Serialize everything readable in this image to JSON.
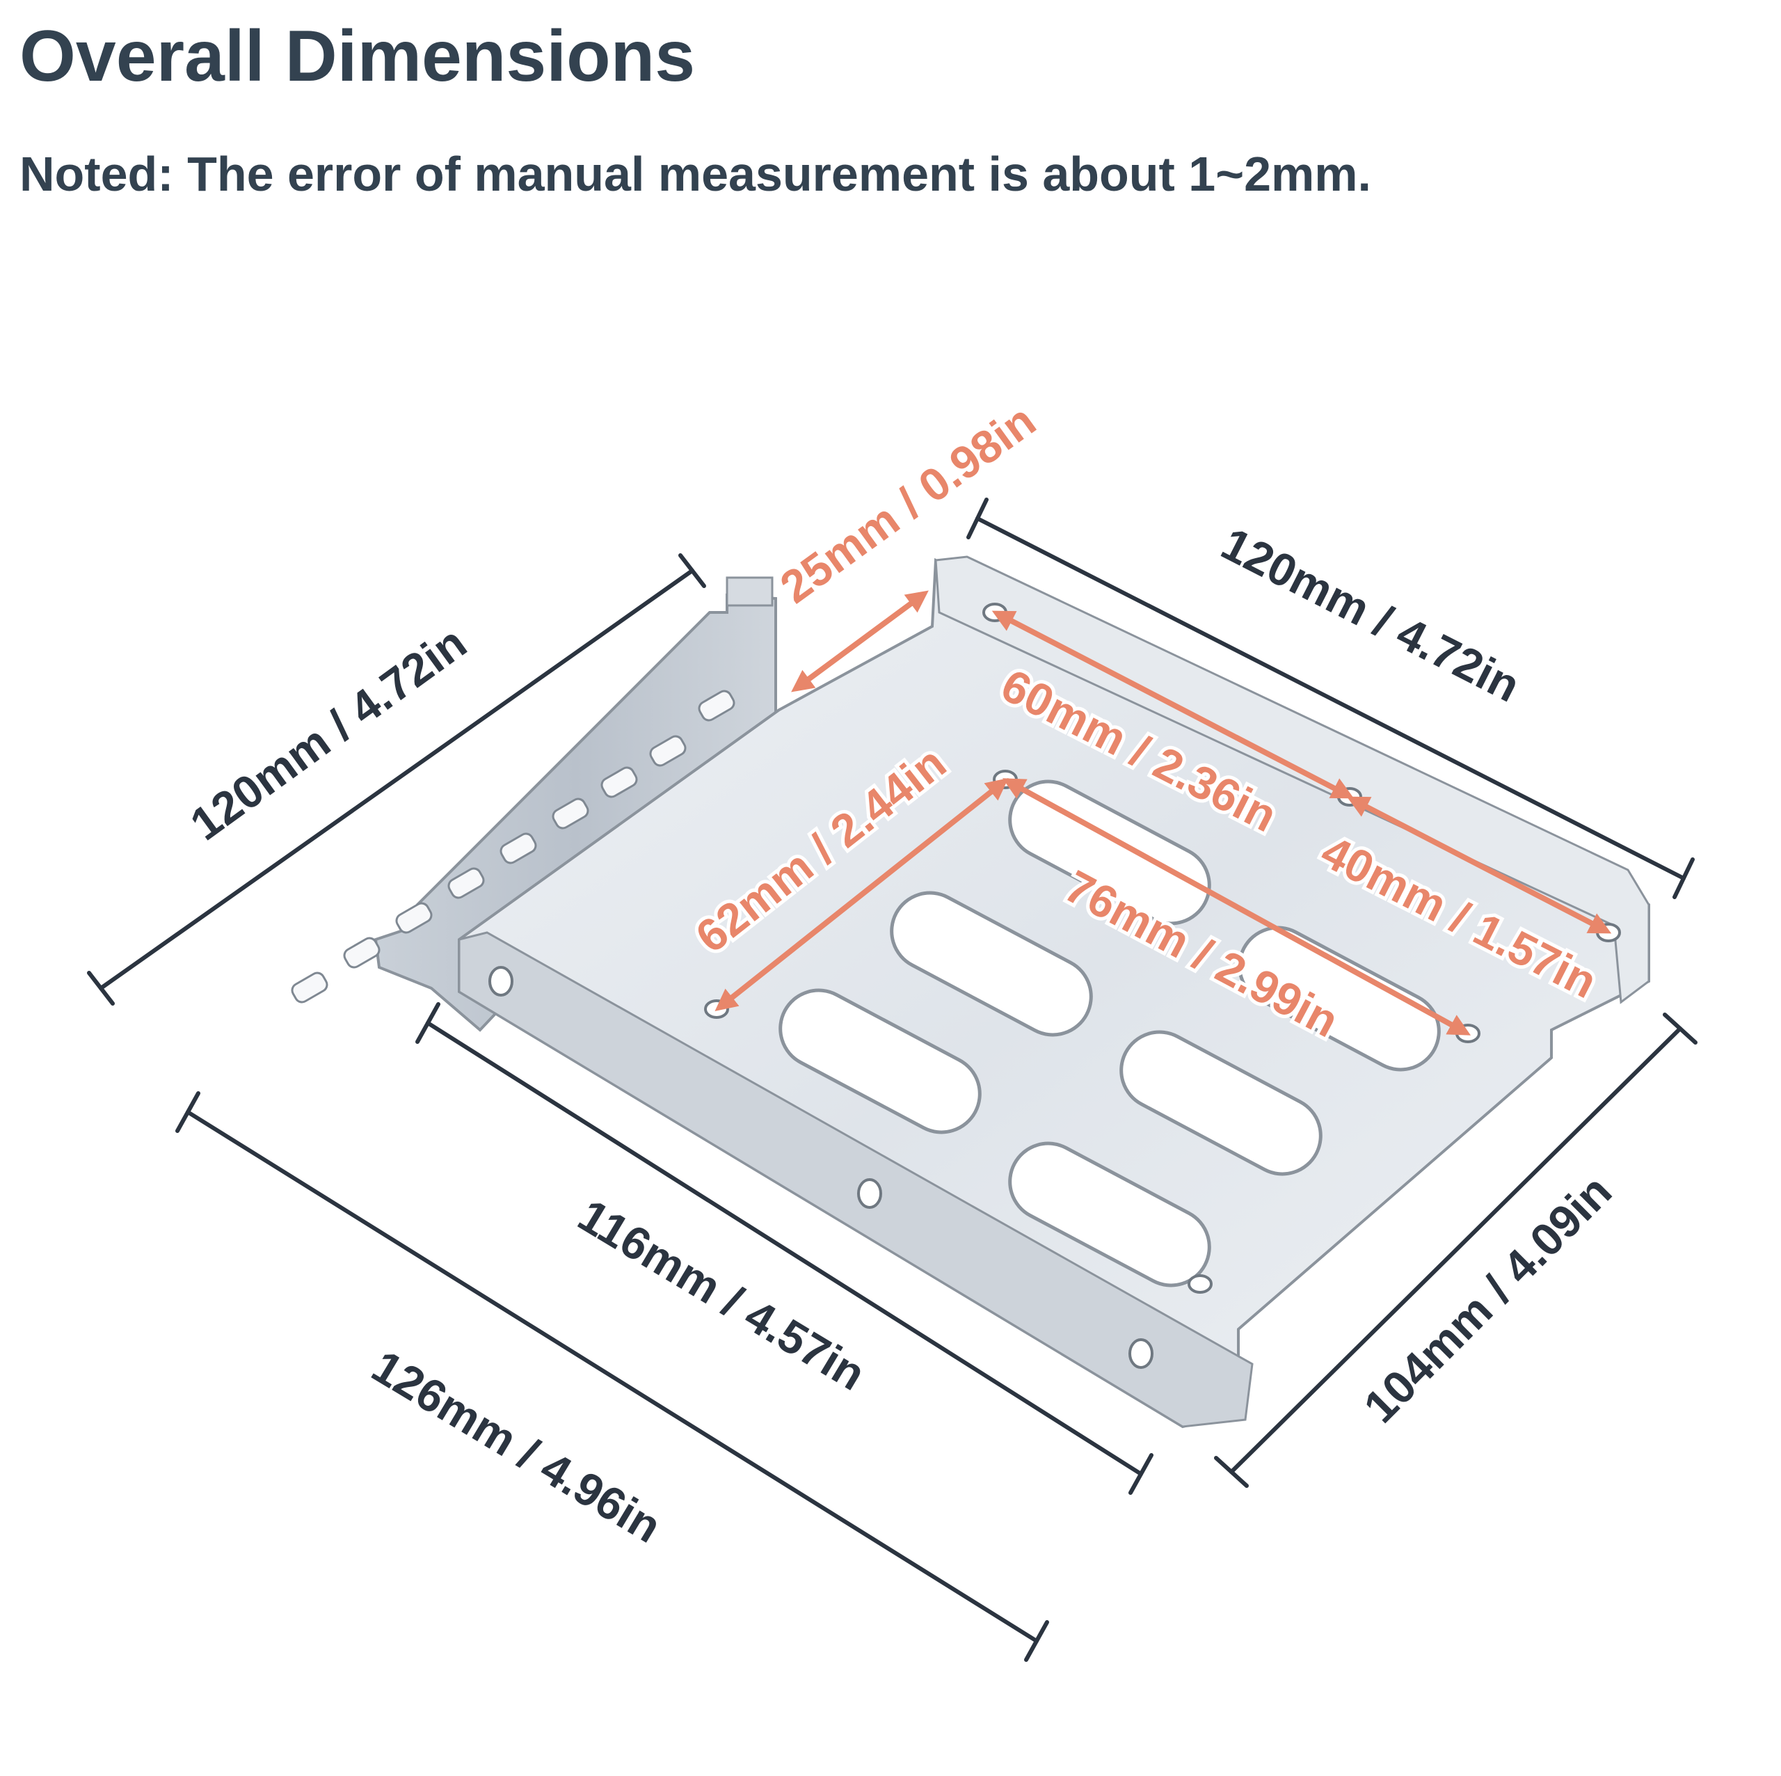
{
  "header": {
    "title": "Overall Dimensions",
    "note": "Noted: The error of manual measurement is about 1~2mm."
  },
  "dimensions": {
    "bracket_height": "120mm / 4.72in",
    "bracket_offset": "25mm / 0.98in",
    "top_width": "120mm / 4.72in",
    "hole_span_60": "60mm / 2.36in",
    "hole_span_40": "40mm / 1.57in",
    "hole_span_62": "62mm / 2.44in",
    "hole_span_76": "76mm / 2.99in",
    "inner_length": "116mm / 4.57in",
    "total_length": "126mm / 4.96in",
    "depth": "104mm / 4.09in"
  },
  "colors": {
    "heading": "#334250",
    "dimension_line": "#2b3440",
    "hole_dimension": "#e8866a",
    "metal": "#dde2e8"
  }
}
